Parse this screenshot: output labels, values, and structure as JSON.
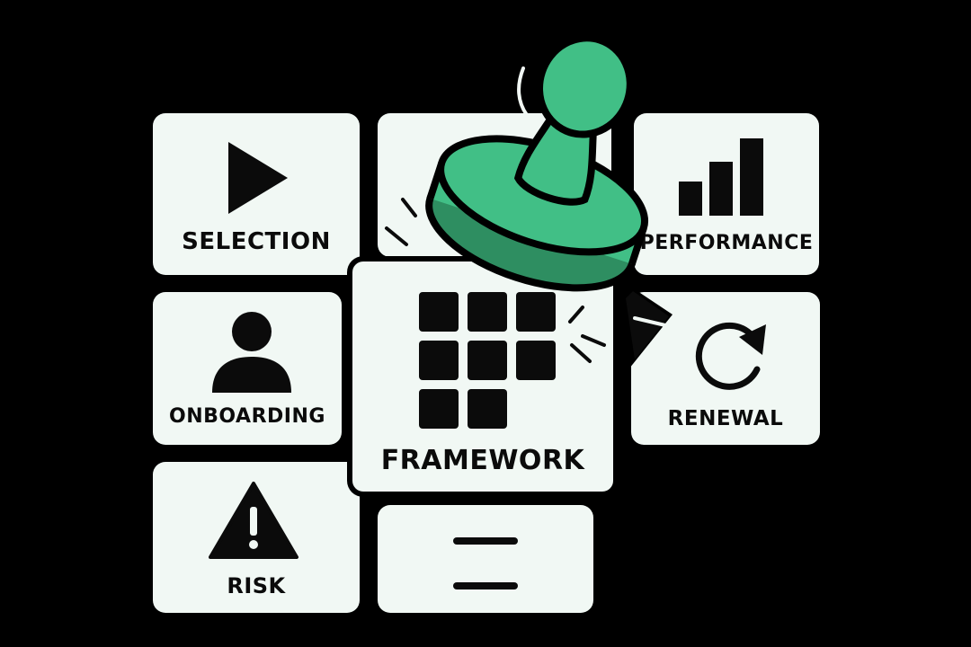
{
  "cards": {
    "selection": {
      "label": "SELECTION",
      "icon": "play-icon"
    },
    "performance": {
      "label": "PERFORMANCE",
      "icon": "bar-chart-icon"
    },
    "onboarding": {
      "label": "ONBOARDING",
      "icon": "user-icon"
    },
    "framework": {
      "label": "FRAMEWORK",
      "icon": "grid-icon"
    },
    "renewal": {
      "label": "RENEWAL",
      "icon": "refresh-icon"
    },
    "risk": {
      "label": "RISK",
      "icon": "warning-icon"
    },
    "menu": {
      "icon": "menu-icon"
    },
    "blank": {
      "icon": ""
    }
  },
  "stamp": {
    "icon": "rubber-stamp-icon",
    "color": "#41bf86"
  },
  "colors": {
    "background": "#000000",
    "card": "#f1f8f4",
    "ink": "#0b0b0b",
    "accent": "#41bf86"
  }
}
